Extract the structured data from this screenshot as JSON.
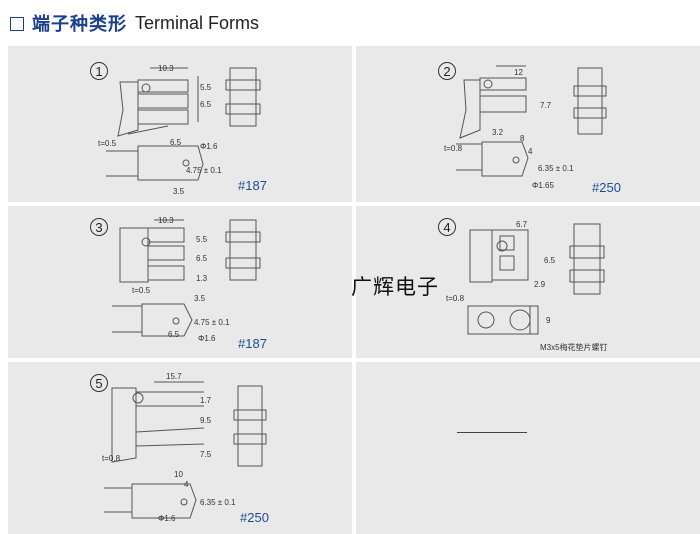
{
  "title": {
    "cn": "端子种类形",
    "en": "Terminal Forms"
  },
  "overlay_text": "广辉电子",
  "panels": [
    {
      "num": "1",
      "tag": "#187",
      "dims": [
        "10.3",
        "5.5",
        "6.5",
        "t=0.5",
        "6.5",
        "Φ1.6",
        "4.75 ± 0.1",
        "3.5"
      ]
    },
    {
      "num": "2",
      "tag": "#250",
      "dims": [
        "12",
        "7.7",
        "3.2",
        "t=0.8",
        "8",
        "4",
        "6.35 ± 0.1",
        "Φ1.65"
      ]
    },
    {
      "num": "3",
      "tag": "#187",
      "dims": [
        "10.3",
        "5.5",
        "6.5",
        "1.3",
        "t=0.5",
        "3.5",
        "4.75 ± 0.1",
        "6.5",
        "Φ1.6"
      ]
    },
    {
      "num": "4",
      "tag": "",
      "dims": [
        "6.7",
        "6.5",
        "2.9",
        "t=0.8",
        "9"
      ],
      "note": "M3x5梅花垫片螺钉"
    },
    {
      "num": "5",
      "tag": "#250",
      "dims": [
        "15.7",
        "1.7",
        "9.5",
        "7.5",
        "t=0.8",
        "10",
        "4",
        "6.35 ± 0.1",
        "Φ1.6"
      ]
    }
  ]
}
